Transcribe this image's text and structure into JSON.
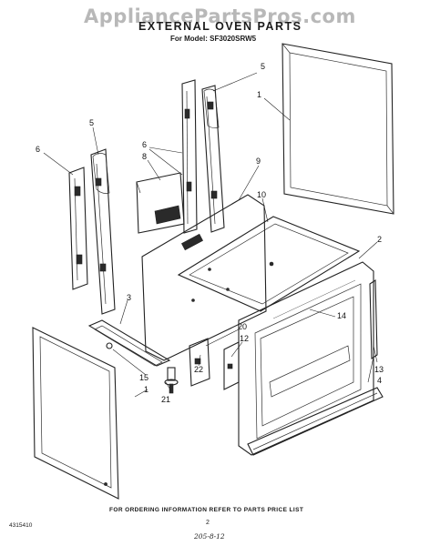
{
  "watermark": "AppliancePartsPros.com",
  "title": "EXTERNAL OVEN PARTS",
  "model_line": "For Model: SF3020SRW5",
  "footer_note": "FOR ORDERING INFORMATION REFER TO PARTS PRICE LIST",
  "document_number": "4315410",
  "page_number": "2",
  "handwritten_date": "205-8-12",
  "callouts": [
    "1",
    "1",
    "2",
    "3",
    "4",
    "5",
    "5",
    "6",
    "6",
    "8",
    "9",
    "10",
    "12",
    "13",
    "14",
    "15",
    "20",
    "21",
    "22"
  ]
}
